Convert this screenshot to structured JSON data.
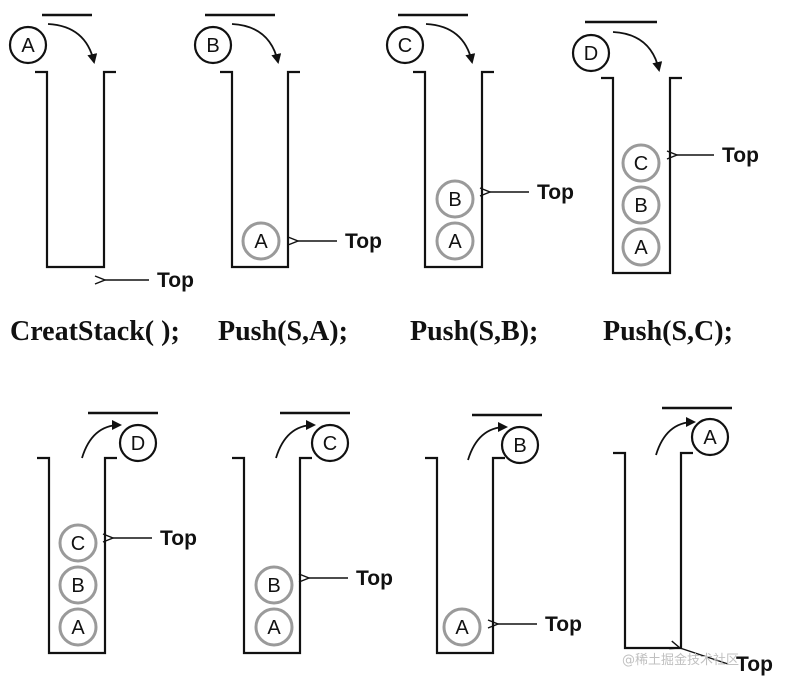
{
  "top_row": {
    "panels": [
      {
        "moving": "A",
        "stack": [],
        "top_label": "Top",
        "operation": "CreatStack( );"
      },
      {
        "moving": "B",
        "stack": [
          "A"
        ],
        "top_label": "Top",
        "operation": "Push(S,A);"
      },
      {
        "moving": "C",
        "stack": [
          "A",
          "B"
        ],
        "top_label": "Top",
        "operation": "Push(S,B);"
      },
      {
        "moving": "D",
        "stack": [
          "A",
          "B",
          "C"
        ],
        "top_label": "Top",
        "operation": "Push(S,C);"
      }
    ]
  },
  "bottom_row": {
    "panels": [
      {
        "moving": "D",
        "stack": [
          "A",
          "B",
          "C"
        ],
        "top_label": "Top"
      },
      {
        "moving": "C",
        "stack": [
          "A",
          "B"
        ],
        "top_label": "Top"
      },
      {
        "moving": "B",
        "stack": [
          "A"
        ],
        "top_label": "Top"
      },
      {
        "moving": "A",
        "stack": [],
        "top_label": "Top"
      }
    ]
  },
  "watermark": "@稀土掘金技术社区"
}
